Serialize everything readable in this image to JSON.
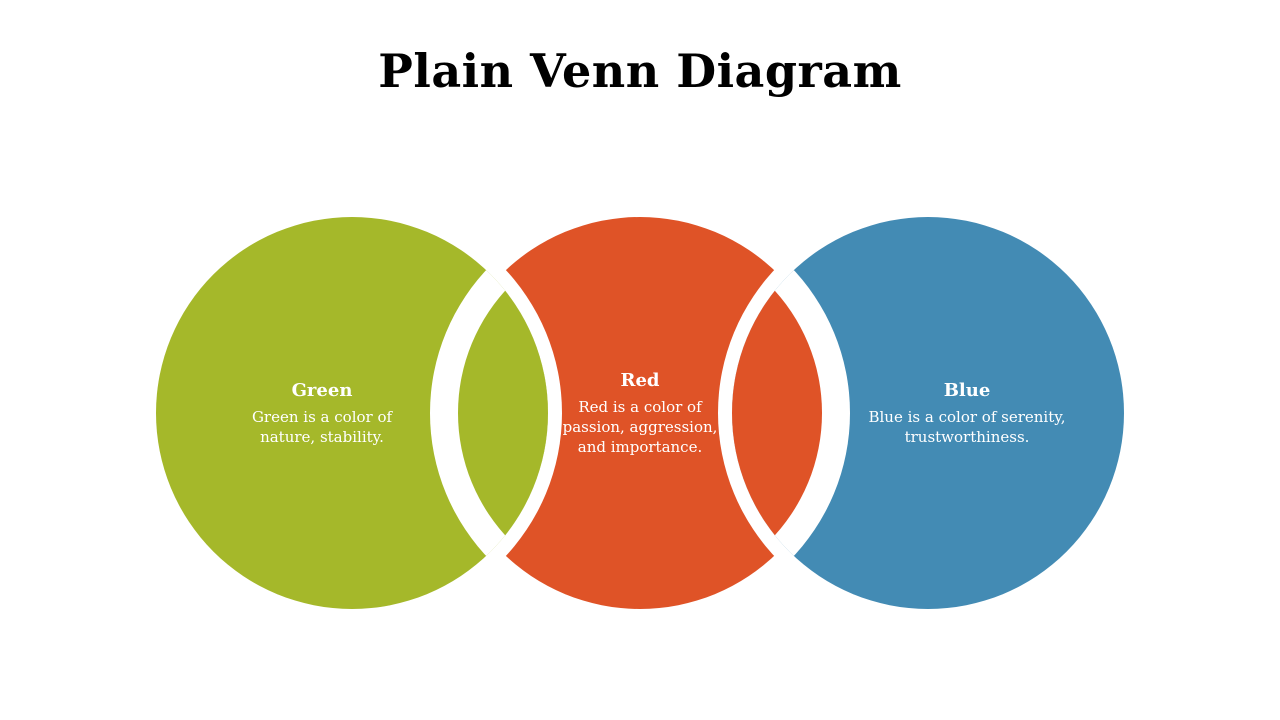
{
  "title": "Plain Venn Diagram",
  "circles": [
    {
      "name": "Green",
      "description": "Green is a color of nature, stability.",
      "color": "#A5B82A"
    },
    {
      "name": "Red",
      "description": "Red is a color of passion, aggression, and importance.",
      "color": "#DF5327"
    },
    {
      "name": "Blue",
      "description": "Blue is a color of serenity, trustworthiness.",
      "color": "#438BB4"
    }
  ],
  "background": "#FFFFFF"
}
